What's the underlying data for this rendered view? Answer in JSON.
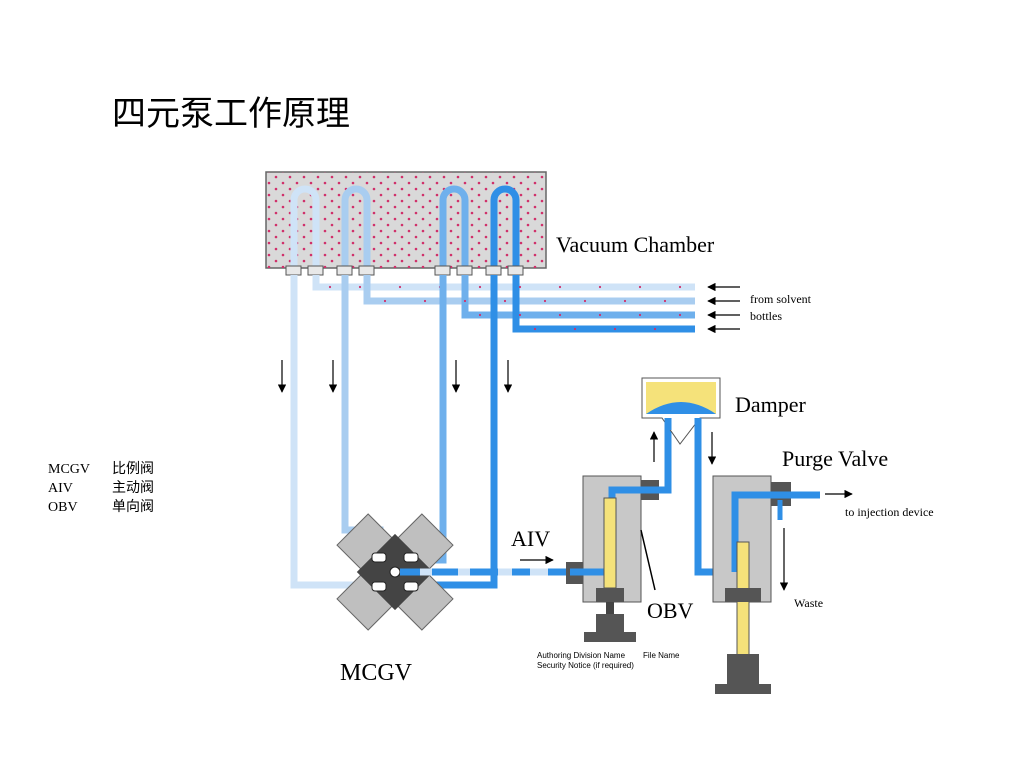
{
  "title": "四元泵工作原理",
  "legend": [
    {
      "abbr": "MCGV",
      "meaning": "比例阀"
    },
    {
      "abbr": "AIV",
      "meaning": "主动阀"
    },
    {
      "abbr": "OBV",
      "meaning": "单向阀"
    }
  ],
  "labels": {
    "vacuum_chamber": "Vacuum Chamber",
    "from_solvent": "from solvent",
    "bottles": "bottles",
    "damper": "Damper",
    "purge_valve": "Purge Valve",
    "to_injection": "to injection device",
    "aiv": "AIV",
    "obv": "OBV",
    "waste": "Waste",
    "mcgv": "MCGV",
    "footer_line1_a": "Authoring Division Name",
    "footer_line1_b": "File Name",
    "footer_line2": "Security Notice (if required)"
  },
  "colors": {
    "channel_a": "#cfe3f7",
    "channel_b": "#a9cdf0",
    "channel_c": "#6fb0ec",
    "channel_d": "#2f8fe6",
    "chamber_fill": "#d9d9d9",
    "dot": "#d0306a",
    "valve_body": "#c8c8c8",
    "valve_dark": "#555555",
    "piston": "#f5e27a"
  },
  "icons": {
    "flow_arrow": "arrow-icon"
  }
}
